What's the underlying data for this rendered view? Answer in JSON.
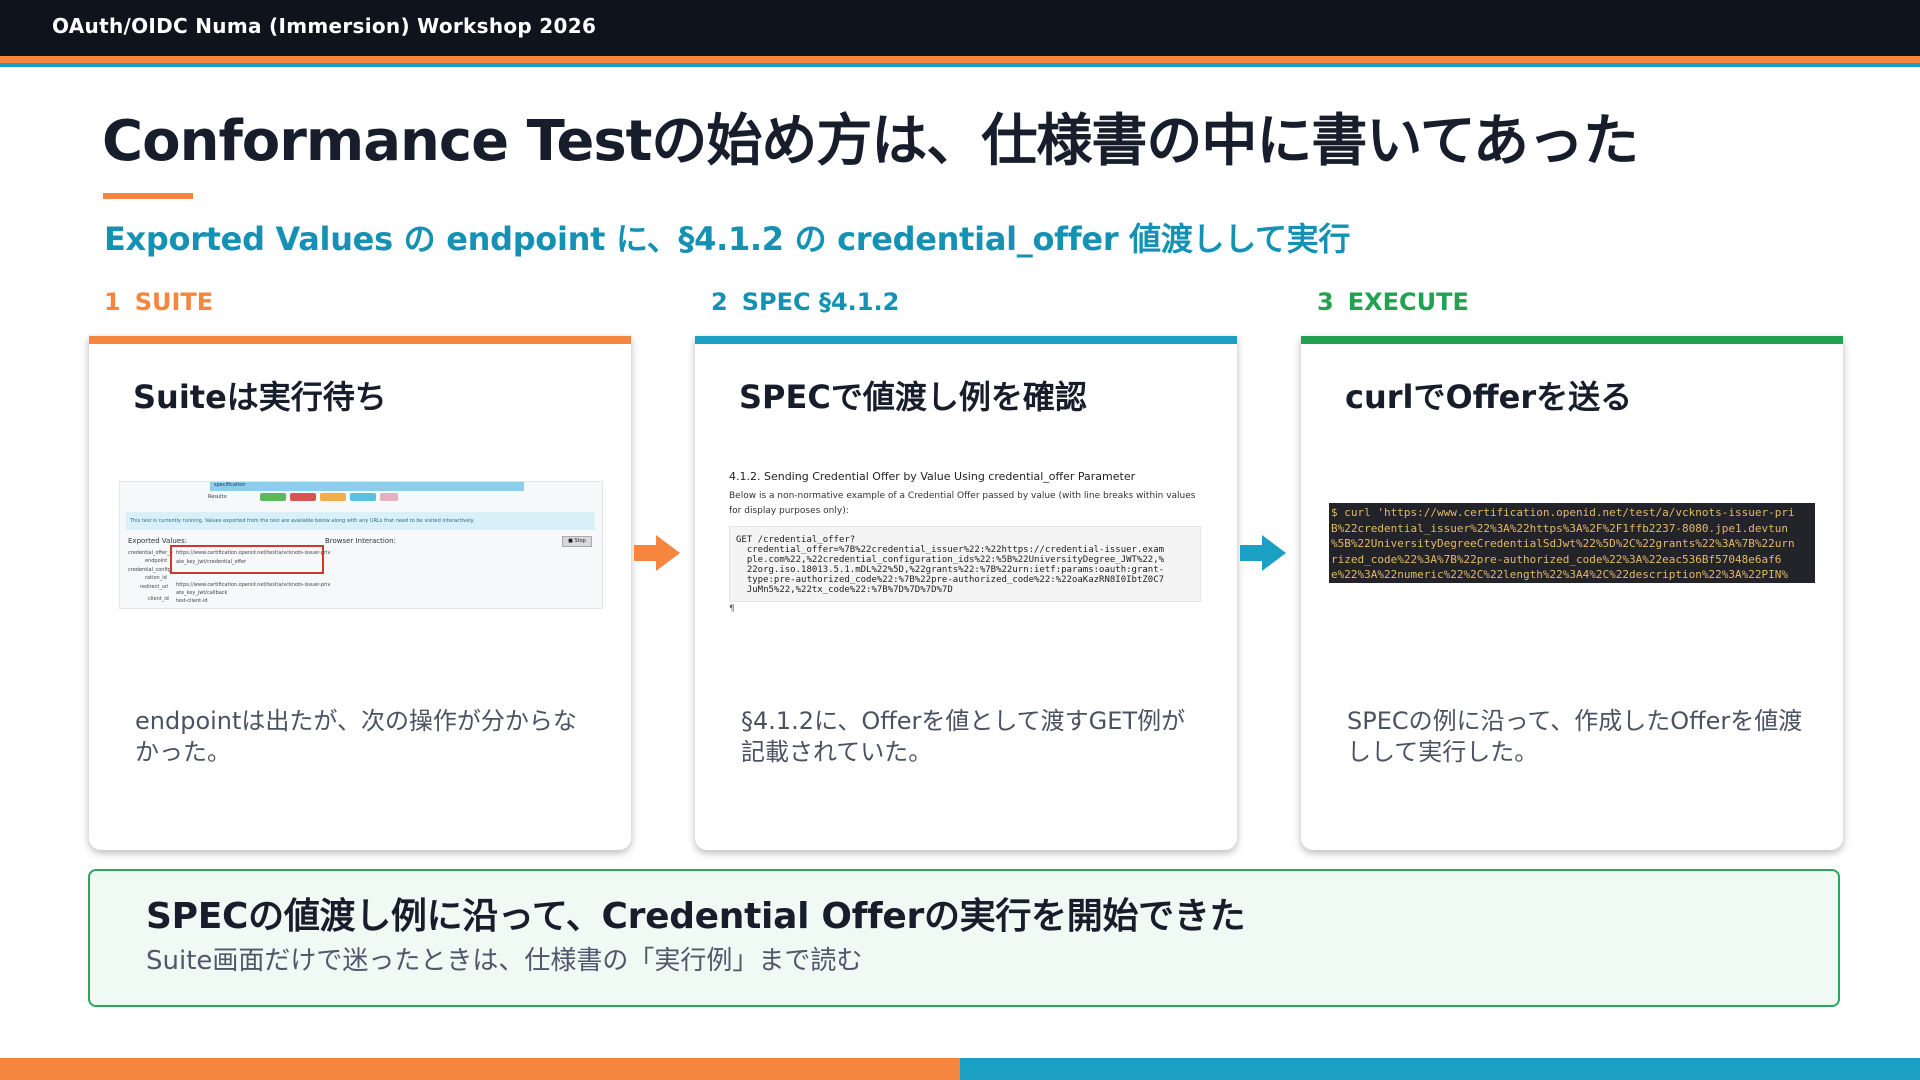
{
  "header": {
    "title": "OAuth/OIDC Numa (Immersion) Workshop 2026"
  },
  "slide": {
    "title": "Conformance Testの始め方は、仕様書の中に書いてあった",
    "subtitle": "Exported Values の endpoint に、§4.1.2 の credential_offer 値渡しして実行"
  },
  "colors": {
    "orange": "#f5853f",
    "blue": "#1ba0c4",
    "green": "#2aa55a",
    "dark": "#0f131c"
  },
  "steps": [
    {
      "num": "1",
      "label": "SUITE",
      "card_title": "Suiteは実行待ち",
      "description": "endpointは出たが、次の操作が分からなかった。",
      "mock": {
        "header": "specification",
        "results_label": "Results:",
        "notice": "This test is currently running. Values exported from the test are available below along with any URLs that need to be visited interactively.",
        "exported_label": "Exported Values:",
        "browser_label": "Browser Interaction:",
        "stop_button": "■ Stop",
        "row_labels": [
          "credential_offer_e",
          "endpoint",
          "credential_config",
          "ration_id",
          "redirect_uri",
          "client_id"
        ],
        "row_values": [
          "https://www.certification.openid.net/test/a/vcknots-issuer-priv",
          "ate_key_jwt/credential_offer",
          "https://www.certification.openid.net/test/a/vcknots-issuer-priv",
          "ate_key_jwt/callback",
          "test-client-id"
        ]
      },
      "arrow": "orange-arrow"
    },
    {
      "num": "2",
      "label": "SPEC §4.1.2",
      "card_title": "SPECで値渡し例を確認",
      "description": "§4.1.2に、Offerを値として渡すGET例が記載されていた。",
      "mock": {
        "heading": "4.1.2.  Sending Credential Offer by Value Using credential_offer Parameter",
        "paragraph": "Below is a non-normative example of a Credential Offer passed by value (with line breaks within values for display purposes only):",
        "code": "GET /credential_offer?\n  credential_offer=%7B%22credential_issuer%22:%22https://credential-issuer.exam\n  ple.com%22,%22credential_configuration_ids%22:%5B%22UniversityDegree_JWT%22,%\n  22org.iso.18013.5.1.mDL%22%5D,%22grants%22:%7B%22urn:ietf:params:oauth:grant-\n  type:pre-authorized_code%22:%7B%22pre-authorized_code%22:%22oaKazRN8I0IbtZ0C7\n  JuMn5%22,%22tx_code%22:%7B%7D%7D%7D%7D",
        "pilcrow": "¶"
      },
      "arrow": "blue-arrow"
    },
    {
      "num": "3",
      "label": "EXECUTE",
      "card_title": "curlでOfferを送る",
      "description": "SPECの例に沿って、作成したOfferを値渡しして実行した。",
      "mock": {
        "terminal": "$ curl 'https://www.certification.openid.net/test/a/vcknots-issuer-pri\nB%22credential_issuer%22%3A%22https%3A%2F%2F1ffb2237-8080.jpe1.devtun\n%5B%22UniversityDegreeCredentialSdJwt%22%5D%2C%22grants%22%3A%7B%22urn\nrized_code%22%3A%7B%22pre-authorized_code%22%3A%22eac536Bf57048e6af6\ne%22%3A%22numeric%22%2C%22length%22%3A4%2C%22description%22%3A%22PIN%"
      }
    }
  ],
  "summary": {
    "title": "SPECの値渡し例に沿って、Credential Offerの実行を開始できた",
    "subtitle": "Suite画面だけで迷ったときは、仕様書の「実行例」まで読む"
  }
}
